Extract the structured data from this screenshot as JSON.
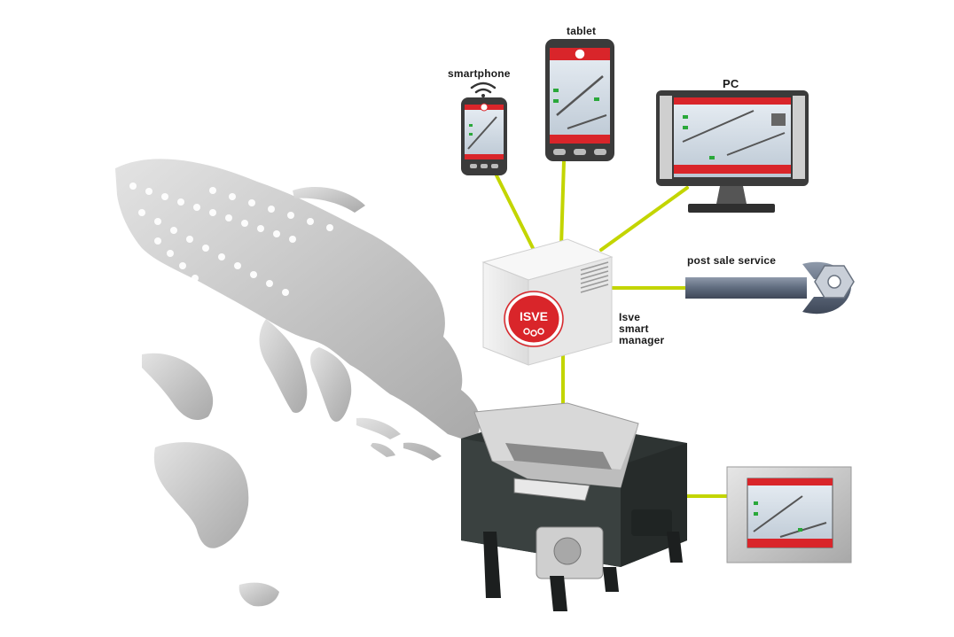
{
  "labels": {
    "smartphone": "smartphone",
    "tablet": "tablet",
    "pc": "PC",
    "post_sale_service": "post sale service",
    "isve_line1": "Isve",
    "isve_line2": "smart",
    "isve_line3": "manager"
  },
  "logo_text": "ISVE",
  "colors": {
    "connector": "#c3d500",
    "screen_red": "#d9252a",
    "device_dark": "#333333",
    "map_gray": "#bdbdbd"
  }
}
